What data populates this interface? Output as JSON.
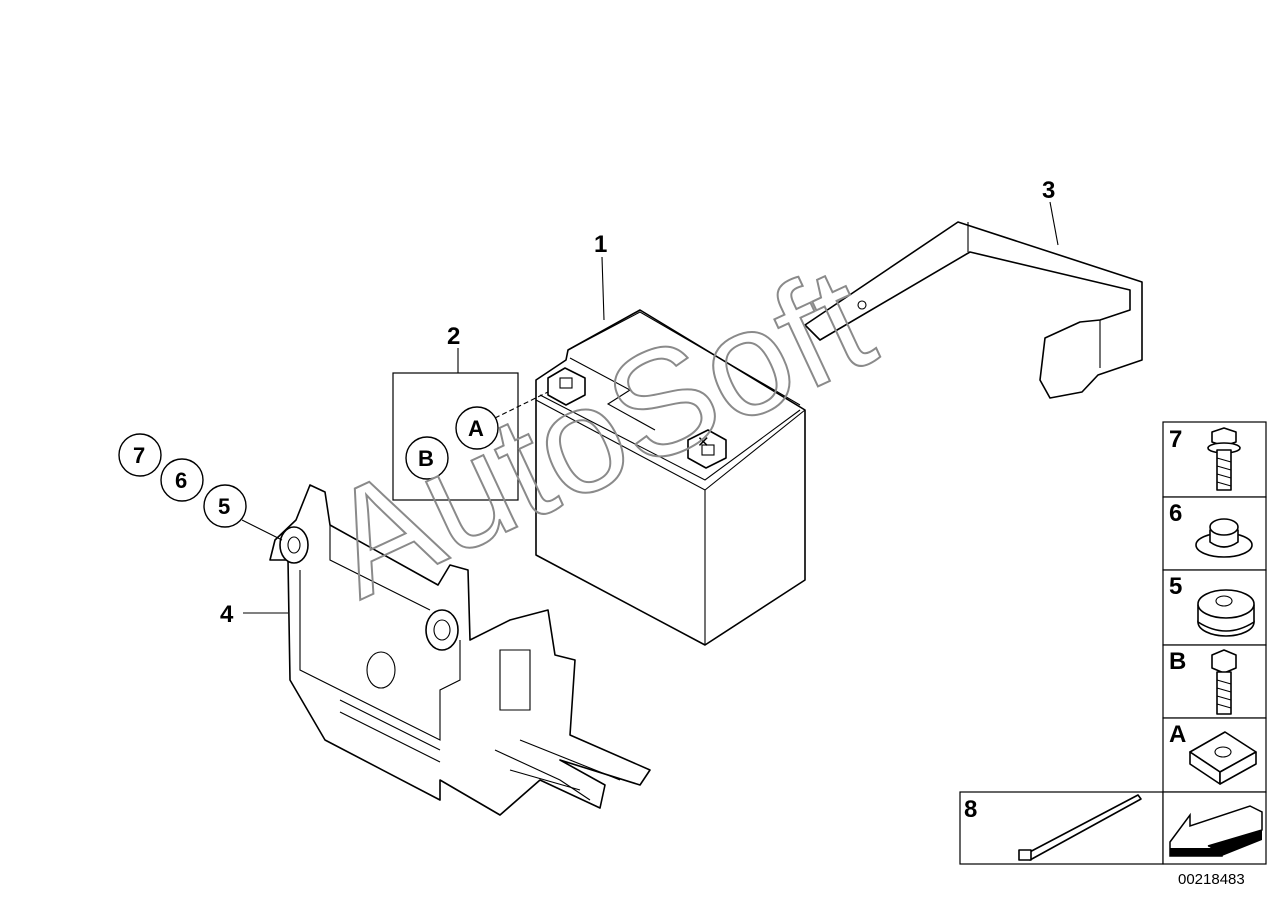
{
  "diagram": {
    "watermark": "AutoSoft",
    "reference_number": "00218483",
    "callouts": {
      "battery": "1",
      "mounting_set": "2",
      "strap": "3",
      "tray": "4",
      "grommet": "5",
      "collar_nut": "6",
      "bolt": "7",
      "detail_a": "A",
      "detail_b": "B"
    },
    "legend": [
      {
        "label": "7",
        "part": "hex-flange-bolt-icon"
      },
      {
        "label": "6",
        "part": "collar-nut-icon"
      },
      {
        "label": "5",
        "part": "rubber-grommet-icon"
      },
      {
        "label": "B",
        "part": "hex-bolt-icon"
      },
      {
        "label": "A",
        "part": "square-nut-icon"
      }
    ],
    "cable_tie_label": "8"
  }
}
